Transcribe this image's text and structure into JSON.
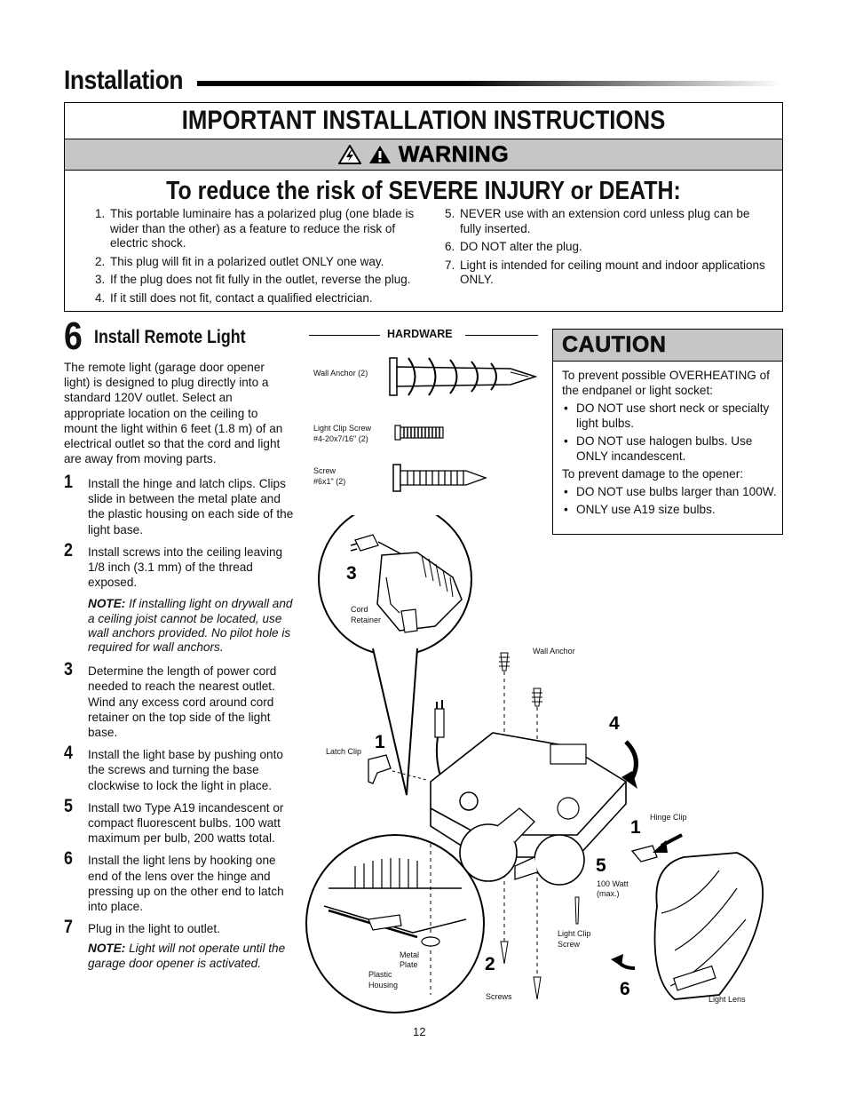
{
  "header": {
    "section_title": "Installation"
  },
  "warning_box": {
    "title": "IMPORTANT INSTALLATION INSTRUCTIONS",
    "warning_word": "WARNING",
    "risk_title": "To reduce the risk of SEVERE INJURY or DEATH:",
    "left_items": [
      {
        "n": "1.",
        "text": "This portable luminaire has a polarized plug (one blade is wider than the other) as a feature to reduce the risk of electric shock."
      },
      {
        "n": "2.",
        "text": "This plug will fit in a polarized outlet ONLY one way."
      },
      {
        "n": "3.",
        "text": "If the plug does not fit fully in the outlet, reverse the plug."
      },
      {
        "n": "4.",
        "text": "If it still does not fit, contact a qualified electrician."
      }
    ],
    "right_items": [
      {
        "n": "5.",
        "text": "NEVER use with an extension cord unless plug can be fully inserted."
      },
      {
        "n": "6.",
        "text": "DO NOT alter the plug."
      },
      {
        "n": "7.",
        "text": "Light is intended for ceiling mount and indoor applications ONLY."
      }
    ]
  },
  "step_section": {
    "number": "6",
    "title": "Install Remote Light",
    "intro": "The remote light (garage door opener light) is designed to plug directly into a standard 120V outlet. Select an appropriate location on the ceiling to mount the light within 6 feet (1.8 m) of an electrical outlet so that the cord and light are away from moving parts.",
    "steps": [
      {
        "num": "1",
        "text": "Install the hinge and latch clips. Clips slide in between the metal plate and the plastic housing on each side of the light base."
      },
      {
        "num": "2",
        "text": "Install screws into the ceiling leaving 1/8 inch (3.1 mm) of the thread exposed."
      },
      {
        "num": "3",
        "text": "Determine the length of power cord needed to reach the nearest outlet. Wind any excess cord around cord retainer on the top side of the light base."
      },
      {
        "num": "4",
        "text": "Install the light base by pushing onto the screws and turning the base clockwise to lock the light in place."
      },
      {
        "num": "5",
        "text": "Install two Type A19 incandescent or compact fluorescent bulbs. 100 watt maximum per bulb, 200 watts total."
      },
      {
        "num": "6",
        "text": "Install the light lens by hooking one end of the lens over the hinge and pressing up on the other end to latch into place."
      },
      {
        "num": "7",
        "text": "Plug in the light to outlet."
      }
    ],
    "note1": {
      "label": "NOTE:",
      "text": " If installing light on drywall and a ceiling joist cannot be located, use wall anchors provided. No pilot hole is required for wall anchors."
    },
    "note2": {
      "label": "NOTE:",
      "text": " Light will not operate until the garage door opener is activated."
    }
  },
  "hardware": {
    "label": "HARDWARE",
    "items": [
      {
        "line1": "Wall Anchor (2)",
        "line2": ""
      },
      {
        "line1": "Light Clip Screw",
        "line2": "#4-20x7/16\" (2)"
      },
      {
        "line1": "Screw",
        "line2": "#6x1\" (2)"
      }
    ]
  },
  "caution": {
    "word": "CAUTION",
    "p1": "To prevent possible OVERHEATING of the endpanel or light socket:",
    "list1": [
      "DO NOT use short neck or specialty light bulbs.",
      "DO NOT use halogen bulbs. Use ONLY incandescent."
    ],
    "p2": "To prevent damage to the opener:",
    "list2": [
      "DO NOT use bulbs larger than 100W.",
      "ONLY use A19 size bulbs."
    ]
  },
  "diagram": {
    "callouts": [
      "3",
      "4",
      "1",
      "1",
      "5",
      "2",
      "6"
    ],
    "labels": {
      "cord_retainer_1": "Cord",
      "cord_retainer_2": "Retainer",
      "wall_anchor": "Wall Anchor",
      "latch_clip": "Latch Clip",
      "hinge_clip": "Hinge Clip",
      "watt_1": "100 Watt",
      "watt_2": "(max.)",
      "light_clip_screw_1": "Light Clip",
      "light_clip_screw_2": "Screw",
      "metal_plate_1": "Metal",
      "metal_plate_2": "Plate",
      "plastic_housing_1": "Plastic",
      "plastic_housing_2": "Housing",
      "screws": "Screws",
      "light_lens": "Light Lens"
    }
  },
  "footer": {
    "page_number": "12"
  }
}
